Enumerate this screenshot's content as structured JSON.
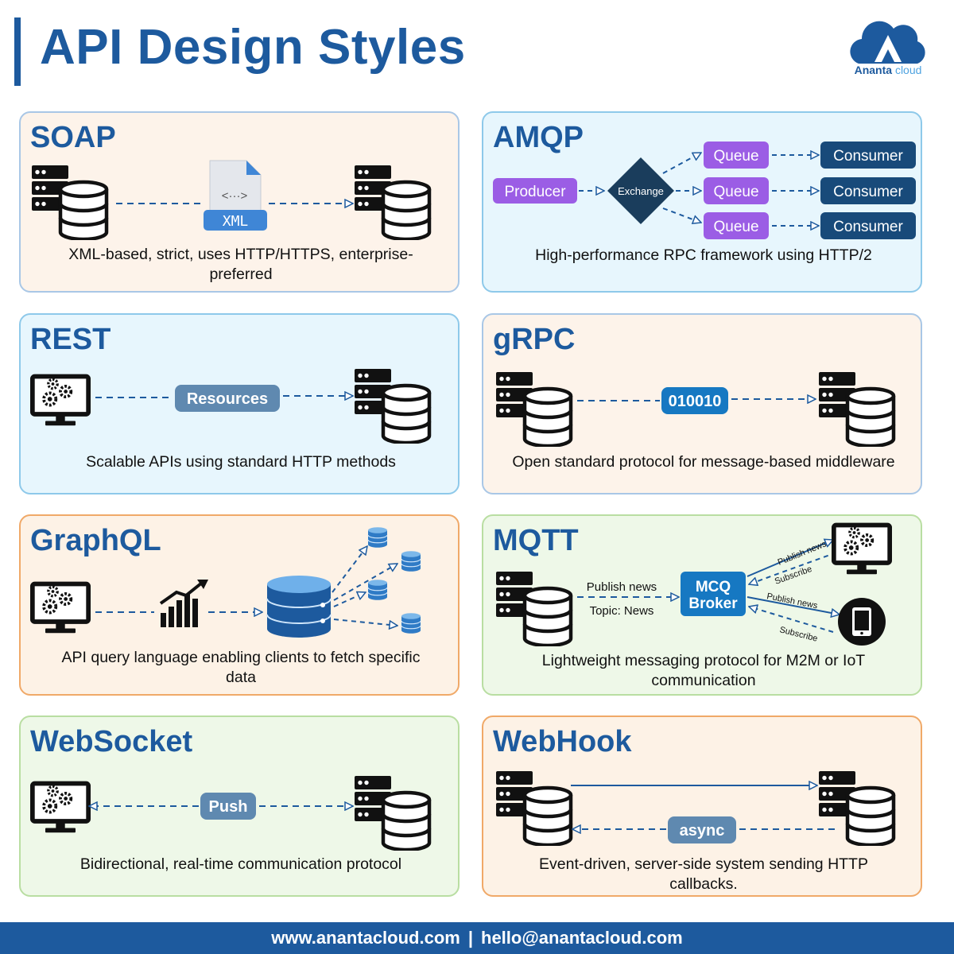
{
  "page_title": "API Design Styles",
  "logo": {
    "brand": "Ananta",
    "suffix": "cloud",
    "icon": "cloud-a-icon",
    "color": "#1d5a9e"
  },
  "cards": {
    "soap": {
      "title": "SOAP",
      "badge": "XML",
      "badge_code": "<···>",
      "description": "XML-based, strict, uses HTTP/HTTPS, enterprise-preferred"
    },
    "amqp": {
      "title": "AMQP",
      "producer": "Producer",
      "exchange": "Exchange",
      "queues": [
        "Queue",
        "Queue",
        "Queue"
      ],
      "consumers": [
        "Consumer",
        "Consumer",
        "Consumer"
      ],
      "description": "High-performance RPC framework using HTTP/2"
    },
    "rest": {
      "title": "REST",
      "badge": "Resources",
      "description": "Scalable APIs using standard HTTP methods"
    },
    "grpc": {
      "title": "gRPC",
      "badge": "010010",
      "description": "Open standard protocol for message-based middleware"
    },
    "graphql": {
      "title": "GraphQL",
      "description": "API query language enabling clients to fetch specific data"
    },
    "mqtt": {
      "title": "MQTT",
      "publish_label": "Publish news",
      "topic_label": "Topic: News",
      "broker_line1": "MCQ",
      "broker_line2": "Broker",
      "publish_small_1": "Publish news",
      "subscribe_small_1": "Subscribe",
      "publish_small_2": "Publish news",
      "subscribe_small_2": "Subscribe",
      "description": "Lightweight messaging protocol for M2M or IoT communication"
    },
    "websocket": {
      "title": "WebSocket",
      "badge": "Push",
      "description": "Bidirectional, real-time communication protocol"
    },
    "webhook": {
      "title": "WebHook",
      "badge": "async",
      "description": "Event-driven, server-side system sending HTTP callbacks."
    }
  },
  "footer": {
    "website": "www.anantacloud.com",
    "separator": "|",
    "email": "hello@anantacloud.com"
  },
  "colors": {
    "brand": "#1d5a9e",
    "badge_gray": "#5f89b0",
    "badge_blue": "#1678c2",
    "queue_purple": "#9b5de5",
    "consumer_navy": "#184a7a",
    "exchange_navy": "#1a3d5c"
  }
}
